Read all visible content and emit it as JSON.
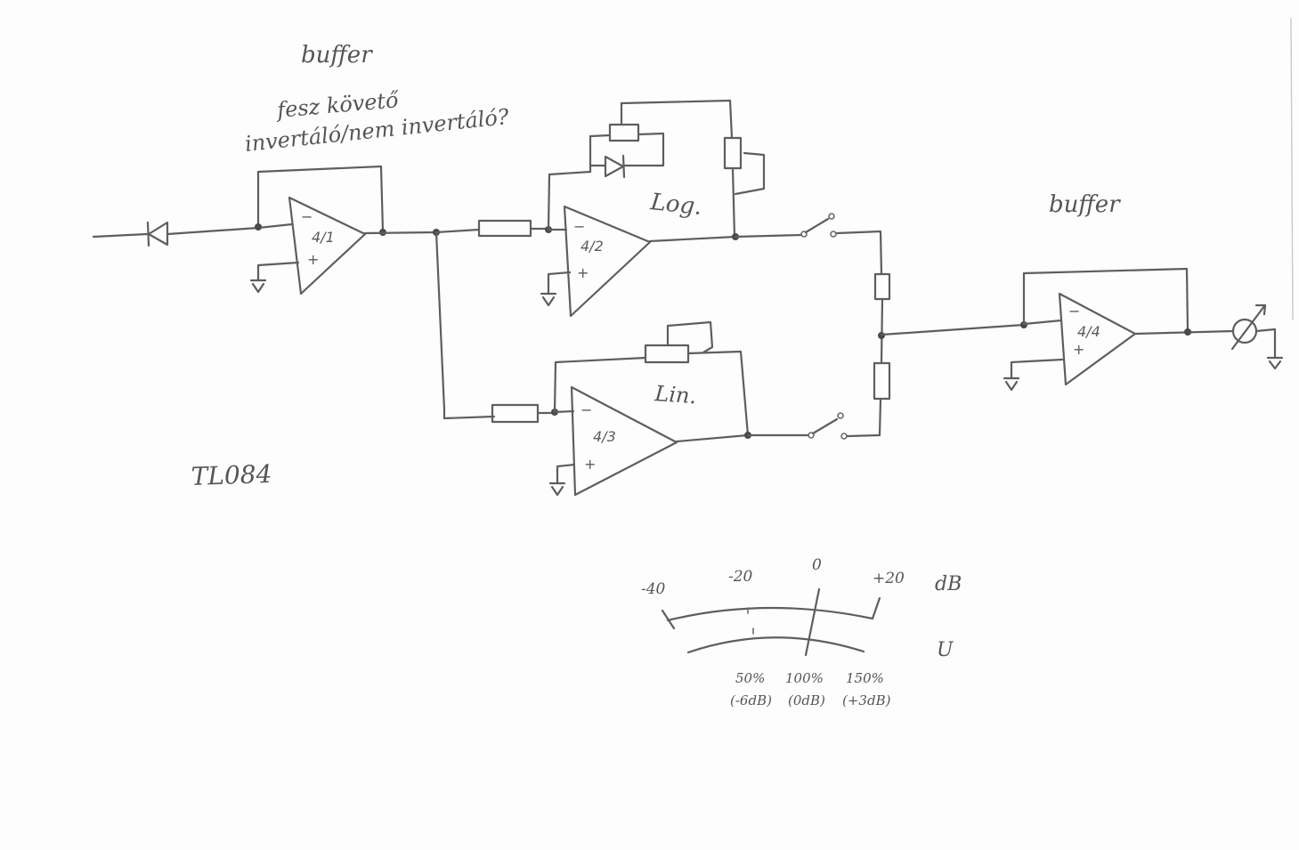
{
  "annotations": {
    "buffer_left": "buffer",
    "follower_line": "fesz követő",
    "inverting_question": "invertáló/nem invertáló?",
    "log_label": "Log.",
    "lin_label": "Lin.",
    "buffer_right": "buffer",
    "chip_label": "TL084"
  },
  "opamps": {
    "u1": {
      "name": "4/1",
      "minus": "−",
      "plus": "+"
    },
    "u2": {
      "name": "4/2",
      "minus": "−",
      "plus": "+"
    },
    "u3": {
      "name": "4/3",
      "minus": "−",
      "plus": "+"
    },
    "u4": {
      "name": "4/4",
      "minus": "−",
      "plus": "+"
    }
  },
  "meter": {
    "db_unit": "dB",
    "u_unit": "U",
    "top_scale": [
      "-40",
      "-20",
      "0",
      "+20"
    ],
    "bottom_scale": [
      {
        "pct": "50%",
        "db": "(-6dB)"
      },
      {
        "pct": "100%",
        "db": "(0dB)"
      },
      {
        "pct": "150%",
        "db": "(+3dB)"
      }
    ]
  },
  "colors": {
    "pencil": "#5e5e5e",
    "paper": "#fdfdfd"
  }
}
